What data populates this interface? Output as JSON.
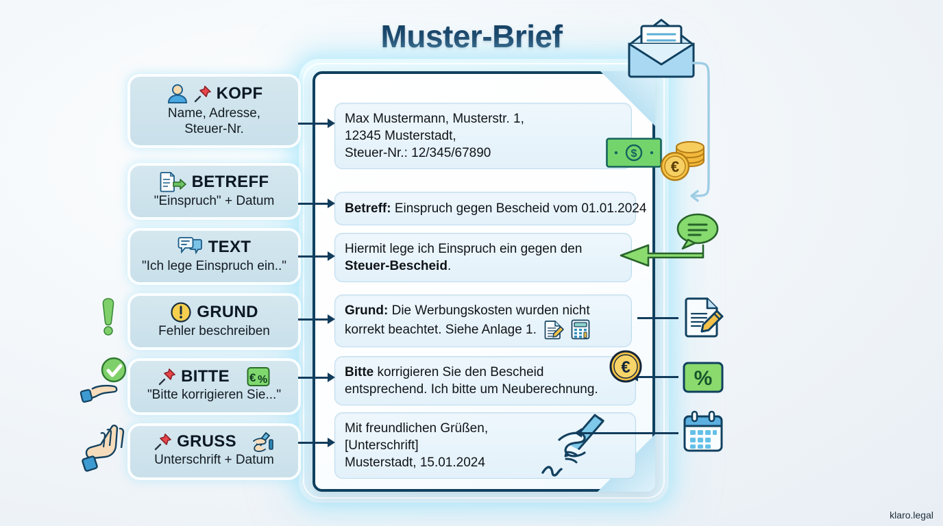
{
  "page": {
    "title": "Muster-Brief",
    "footer": "klaro.legal",
    "accent_navy": "#10405f",
    "accent_glow": "#9ce3fa",
    "accent_green": "#7ed36a",
    "accent_gold": "#f5c542"
  },
  "labels": [
    {
      "id": "kopf",
      "heading": "KOPF",
      "sub": "Name, Adresse,\nSteuer-Nr.",
      "sub_line1": "Name, Adresse,",
      "sub_line2": "Steuer-Nr.",
      "icons": [
        "person-icon",
        "pushpin-icon"
      ]
    },
    {
      "id": "betreff",
      "heading": "BETREFF",
      "sub_line1": "\"Einspruch\" + Datum",
      "sub_line2": "",
      "icons": [
        "document-arrow-icon"
      ]
    },
    {
      "id": "text",
      "heading": "TEXT",
      "sub_line1": "\"Ich lege Einspruch ein..\"",
      "sub_line2": "",
      "icons": [
        "speech-bubbles-icon"
      ]
    },
    {
      "id": "grund",
      "heading": "GRUND",
      "sub_line1": "Fehler beschreiben",
      "sub_line2": "",
      "icons": [
        "warning-circle-icon"
      ]
    },
    {
      "id": "bitte",
      "heading": "BITTE",
      "sub_line1": "\"Bitte korrigieren Sie...\"",
      "sub_line2": "",
      "icons": [
        "pushpin-icon",
        "euro-percent-icon"
      ]
    },
    {
      "id": "gruss",
      "heading": "GRUSS",
      "sub_line1": "Unterschrift + Datum",
      "sub_line2": "",
      "icons": [
        "pushpin-icon",
        "writing-hand-icon"
      ]
    }
  ],
  "letter": {
    "kopf": {
      "line1": "Max Mustermann, Musterstr. 1,",
      "line2": "12345 Musterstadt,",
      "line3": "Steuer-Nr.: 12/345/67890"
    },
    "betreff": {
      "label": "Betreff:",
      "text": " Einspruch gegen Bescheid vom 01.01.2024"
    },
    "text": {
      "line1": "Hiermit lege ich Einspruch ein gegen den",
      "bold": "Steuer-Bescheid",
      "tail": "."
    },
    "grund": {
      "label": "Grund:",
      "line1": " Die Werbungskosten wurden nicht",
      "line2": "korrekt beachtet. Siehe Anlage 1."
    },
    "bitte": {
      "bold": "Bitte",
      "line1": " korrigieren Sie den Bescheid",
      "line2": "entsprechend. Ich bitte um Neuberechnung."
    },
    "gruss": {
      "line1": "Mit freundlichen Grüßen,",
      "line2": "[Unterschrift]",
      "line3": "Musterstadt, 15.01.2024"
    }
  },
  "decorations": {
    "left_icons": [
      "green-exclamation-icon",
      "hand-checkmark-icon",
      "praying-hands-icon"
    ],
    "right_icons": [
      "document-pencil-icon",
      "percent-badge-icon",
      "calendar-icon"
    ],
    "top_icons": [
      "open-envelope-icon",
      "banknote-icon",
      "euro-coins-icon"
    ],
    "middle_icons": [
      "green-speech-bubble-icon",
      "green-left-arrow-icon",
      "euro-coin-icon"
    ],
    "inline_icons": [
      "document-pencil-small-icon",
      "calculator-icon",
      "signing-hand-icon"
    ]
  }
}
